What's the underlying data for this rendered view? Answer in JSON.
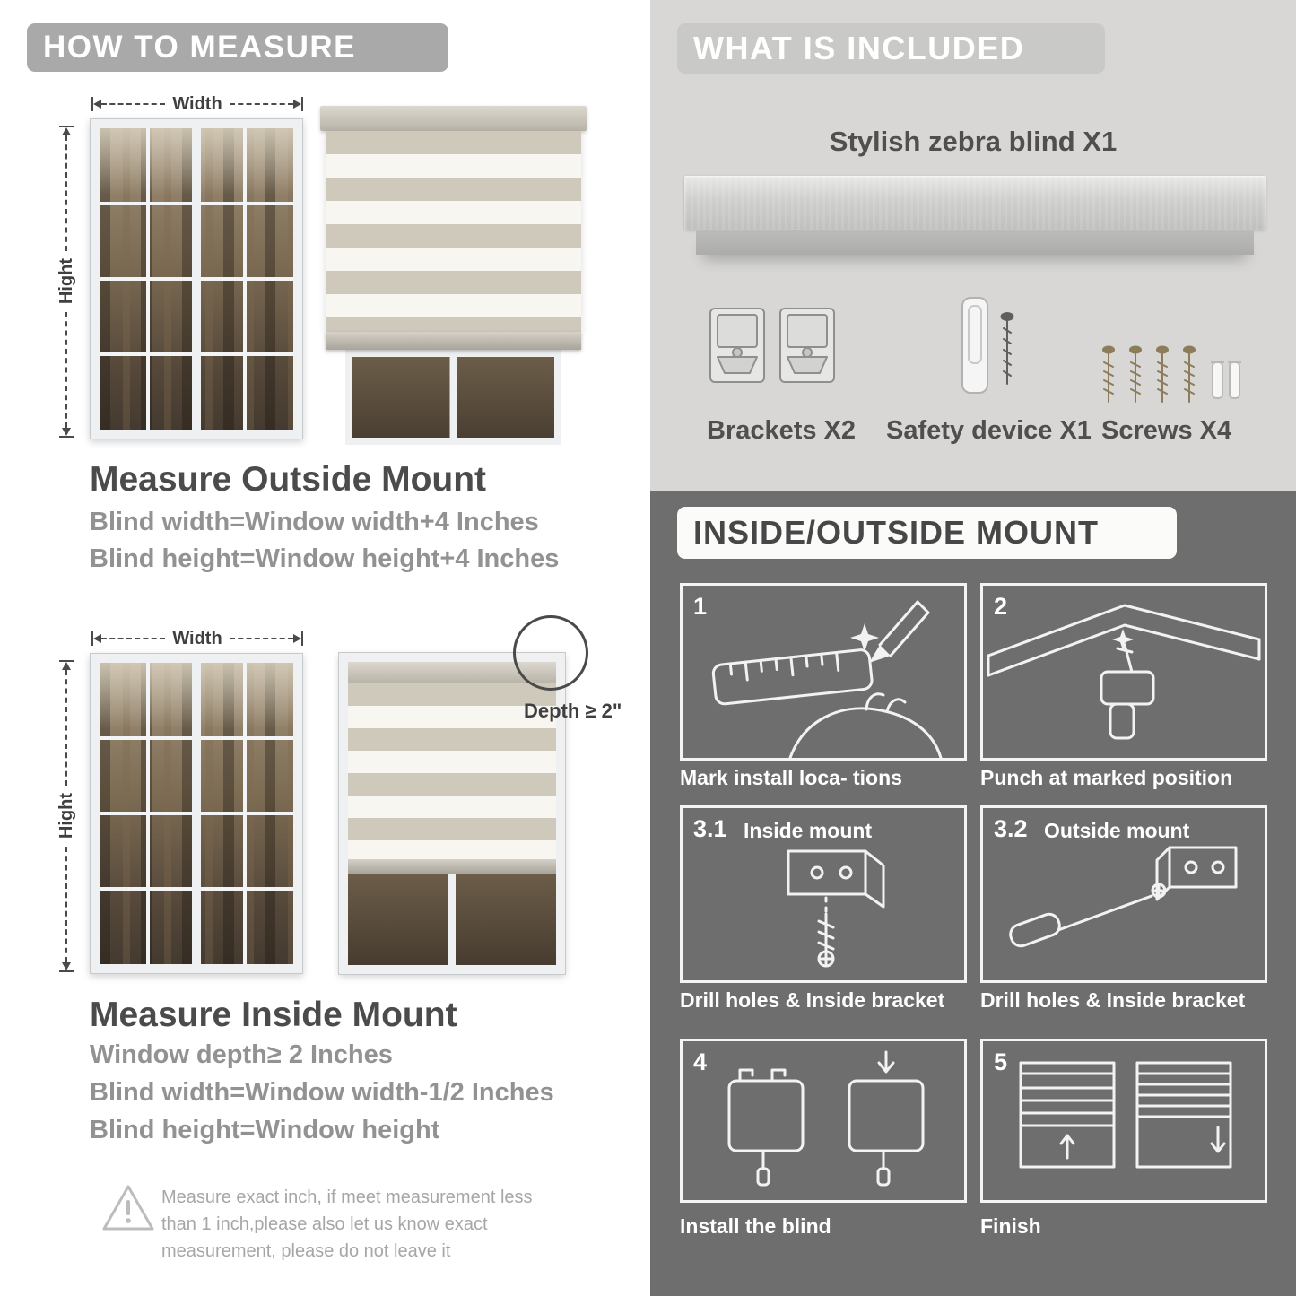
{
  "left": {
    "header": "HOW TO MEASURE",
    "outside": {
      "width_label": "Width",
      "height_label": "Hight",
      "title": "Measure Outside Mount",
      "line1": "Blind width=Window width+4 Inches",
      "line2": "Blind height=Window height+4 Inches"
    },
    "inside": {
      "width_label": "Width",
      "height_label": "Hight",
      "depth_label": "Depth ≥ 2\"",
      "title": "Measure Inside Mount",
      "line1": "Window depth≥ 2 Inches",
      "line2": "Blind width=Window width-1/2 Inches",
      "line3": "Blind height=Window height"
    },
    "warning_text": "Measure exact inch, if meet measurement less than 1 inch,please also let us know exact measurement, please do not leave it"
  },
  "included": {
    "header": "WHAT IS INCLUDED",
    "blind_label": "Stylish zebra blind X1",
    "items": [
      {
        "label": "Brackets X2"
      },
      {
        "label": "Safety device X1"
      },
      {
        "label": "Screws X4"
      }
    ]
  },
  "mount": {
    "header": "INSIDE/OUTSIDE MOUNT",
    "steps": [
      {
        "num": "1",
        "caption": "Mark install loca- tions"
      },
      {
        "num": "2",
        "caption": "Punch at  marked position"
      },
      {
        "num": "3.1",
        "label": "Inside mount",
        "caption": "Drill holes &  Inside bracket"
      },
      {
        "num": "3.2",
        "label": "Outside mount",
        "caption": "Drill holes &  Inside bracket"
      },
      {
        "num": "4",
        "caption": "Install the blind"
      },
      {
        "num": "5",
        "caption": "Finish"
      }
    ]
  },
  "colors": {
    "accent_gray": "#a9a9a9",
    "light_section_bg": "#d8d7d5",
    "dark_section_bg": "#6e6e6e",
    "heading_text": "#4b4b4b",
    "body_text": "#929292"
  }
}
